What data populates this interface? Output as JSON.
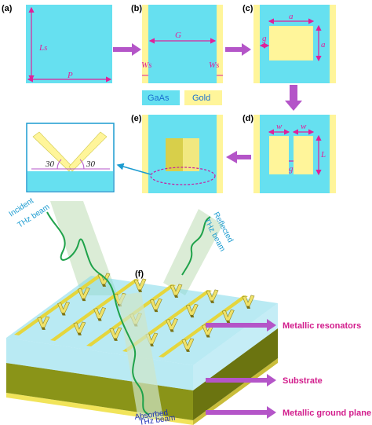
{
  "panels": {
    "a": {
      "tag": "(a)",
      "dims": {
        "height": "Ls",
        "width": "P"
      }
    },
    "b": {
      "tag": "(b)",
      "dims": {
        "gap": "G",
        "strip_left": "Ws",
        "strip_right": "Ws"
      }
    },
    "c": {
      "tag": "(c)",
      "dims": {
        "top": "a",
        "side": "a",
        "gap": "g"
      }
    },
    "d": {
      "tag": "(d)",
      "dims": {
        "w_left": "w",
        "w_right": "w",
        "gap": "g",
        "length": "L"
      }
    },
    "e": {
      "tag": "(e)"
    },
    "inset": {
      "angle_left": "30",
      "angle_right": "30"
    },
    "f": {
      "tag": "(f)"
    }
  },
  "legend": {
    "gaas": "GaAs",
    "gold": "Gold"
  },
  "beams": {
    "incident": [
      "Incident",
      "THz beam"
    ],
    "reflected": [
      "Reflected",
      "THz beam"
    ],
    "absorbed": [
      "Absorbed",
      "THz beam"
    ]
  },
  "layers": {
    "resonators": "Metallic resonators",
    "substrate": "Substrate",
    "ground": "Metallic ground plane"
  },
  "colors": {
    "gaas": "#66e0f0",
    "gold": "#fff59a",
    "arrow": "#b455c8",
    "dimension": "#e0209a",
    "beam_path": "#1fa24a",
    "olive": "#8a9418"
  }
}
